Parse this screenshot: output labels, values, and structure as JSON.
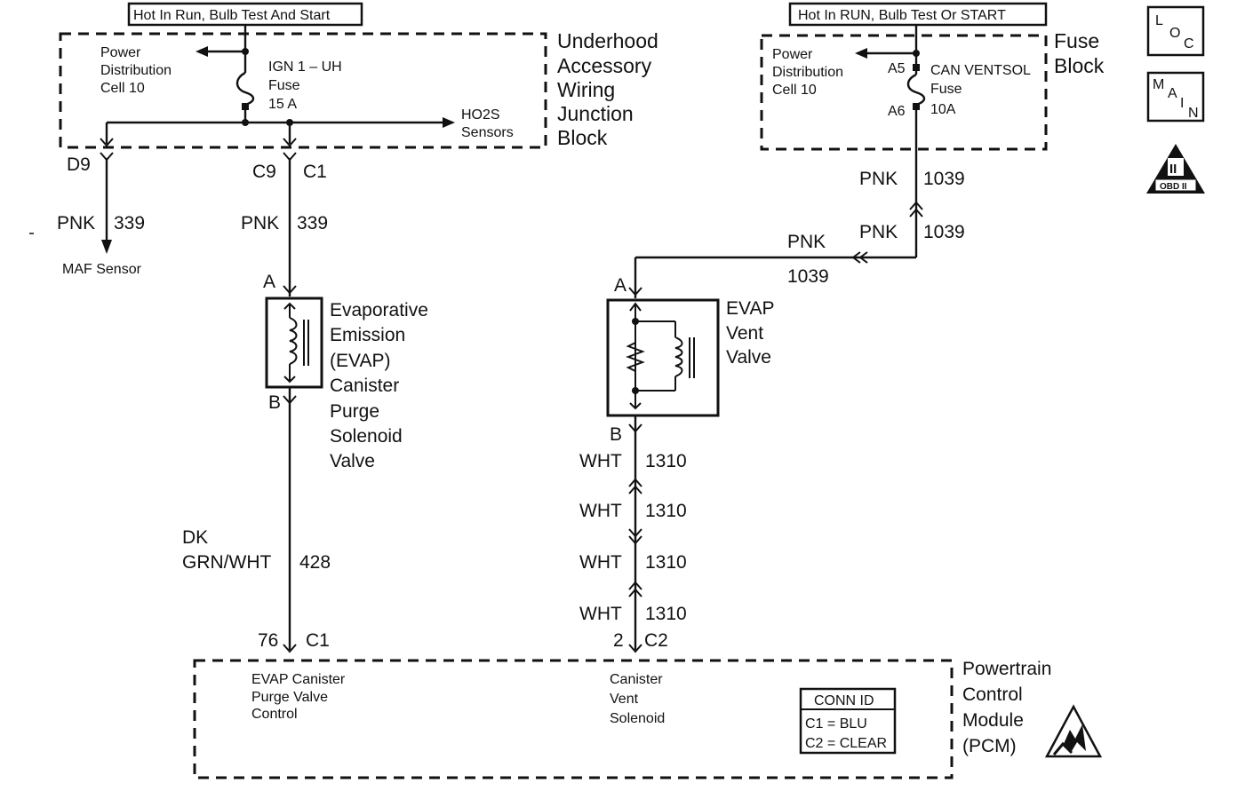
{
  "left_circuit": {
    "hot_label": "Hot In Run, Bulb Test And Start",
    "block_label": [
      "Underhood",
      "Accessory",
      "Wiring",
      "Junction",
      "Block"
    ],
    "power_dist": [
      "Power",
      "Distribution",
      "Cell 10"
    ],
    "fuse": [
      "IGN 1 – UH",
      "Fuse",
      "15 A"
    ],
    "ho2s": [
      "HO2S",
      "Sensors"
    ],
    "conn_d9": "D9",
    "conn_c9": "C9",
    "conn_c1": "C1",
    "maf_wire_color": "PNK",
    "maf_wire_num": "339",
    "maf_label": "MAF Sensor",
    "purge_wire_color": "PNK",
    "purge_wire_num": "339",
    "pin_a": "A",
    "pin_b": "B",
    "purge_valve": [
      "Evaporative",
      "Emission",
      "(EVAP)",
      "Canister",
      "Purge",
      "Solenoid",
      "Valve"
    ],
    "dk_wire_color": [
      "DK",
      "GRN/WHT"
    ],
    "dk_wire_num": "428",
    "pcm_pin": "76",
    "pcm_conn": "C1"
  },
  "right_circuit": {
    "hot_label": "Hot In RUN, Bulb Test Or START",
    "block_label": [
      "Fuse",
      "Block"
    ],
    "power_dist": [
      "Power",
      "Distribution",
      "Cell 10"
    ],
    "pin_a5": "A5",
    "pin_a6": "A6",
    "fuse": [
      "CAN VENTSOL",
      "Fuse",
      "10A"
    ],
    "wire1_color": "PNK",
    "wire1_num": "1039",
    "wire2_color": "PNK",
    "wire2_num": "1039",
    "wire3_color": "PNK",
    "wire3_num": "1039",
    "pin_a": "A",
    "pin_b": "B",
    "vent_valve": [
      "EVAP",
      "Vent",
      "Valve"
    ],
    "wht_wires": [
      {
        "color": "WHT",
        "num": "1310"
      },
      {
        "color": "WHT",
        "num": "1310"
      },
      {
        "color": "WHT",
        "num": "1310"
      },
      {
        "color": "WHT",
        "num": "1310"
      }
    ],
    "pcm_pin": "2",
    "pcm_conn": "C2"
  },
  "pcm": {
    "label": [
      "Powertrain",
      "Control",
      "Module",
      "(PCM)"
    ],
    "purge_ctrl": [
      "EVAP Canister",
      "Purge Valve",
      "Control"
    ],
    "vent_sol": [
      "Canister",
      "Vent",
      "Solenoid"
    ],
    "conn_id_title": "CONN ID",
    "conn_id_rows": [
      "C1 = BLU",
      "C2 = CLEAR"
    ]
  },
  "side_icons": {
    "loc": [
      "L",
      "O",
      "C"
    ],
    "main": [
      "M",
      "A",
      "I",
      "N"
    ],
    "obd_numeral": "II",
    "obd_label": "OBD II"
  }
}
